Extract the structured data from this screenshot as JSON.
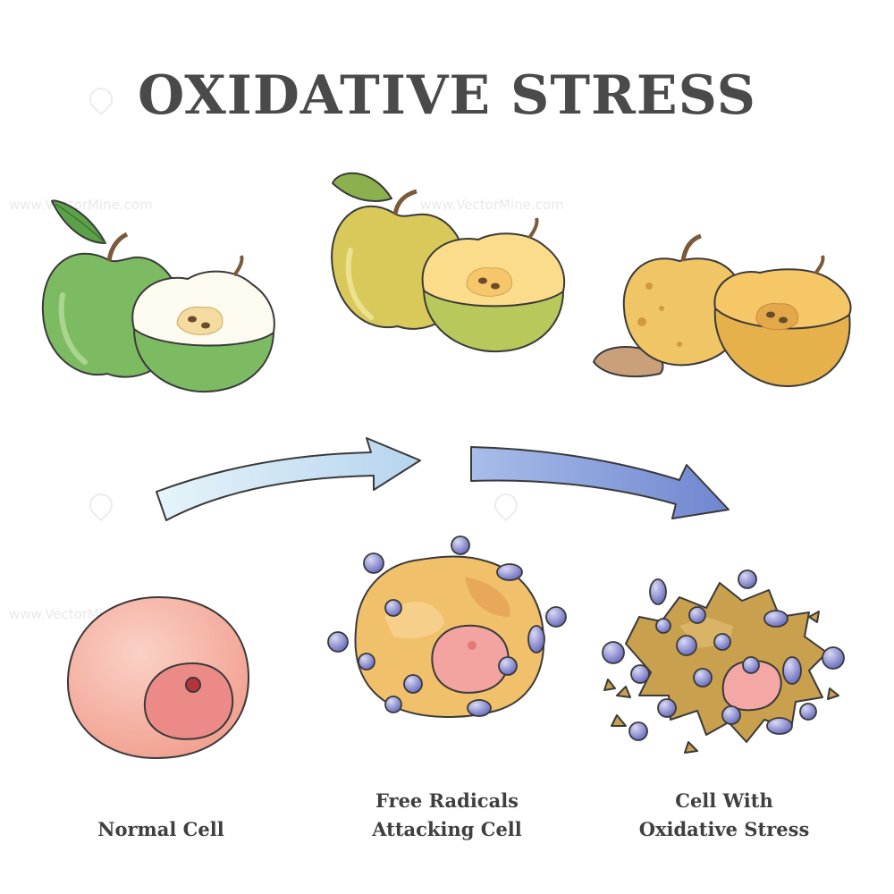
{
  "title": "OXIDATIVE STRESS",
  "watermark": "www.VectorMine.com",
  "stages": [
    {
      "caption": "Normal Cell"
    },
    {
      "caption": "Free Radicals\nAttacking Cell"
    },
    {
      "caption": "Cell With\nOxidative Stress"
    }
  ],
  "colors": {
    "title": "#4a4a4a",
    "fresh_apple": "#7dbb63",
    "aging_apple": "#e6c862",
    "decayed_apple": "#e9b84f",
    "normal_cell": "#f4a99a",
    "attacked_cell": "#f1c06a",
    "damaged_cell": "#c9a04a",
    "free_radical": "#7e80c8",
    "arrow_start": "#e4f3f9",
    "arrow_end": "#7f95d4"
  }
}
